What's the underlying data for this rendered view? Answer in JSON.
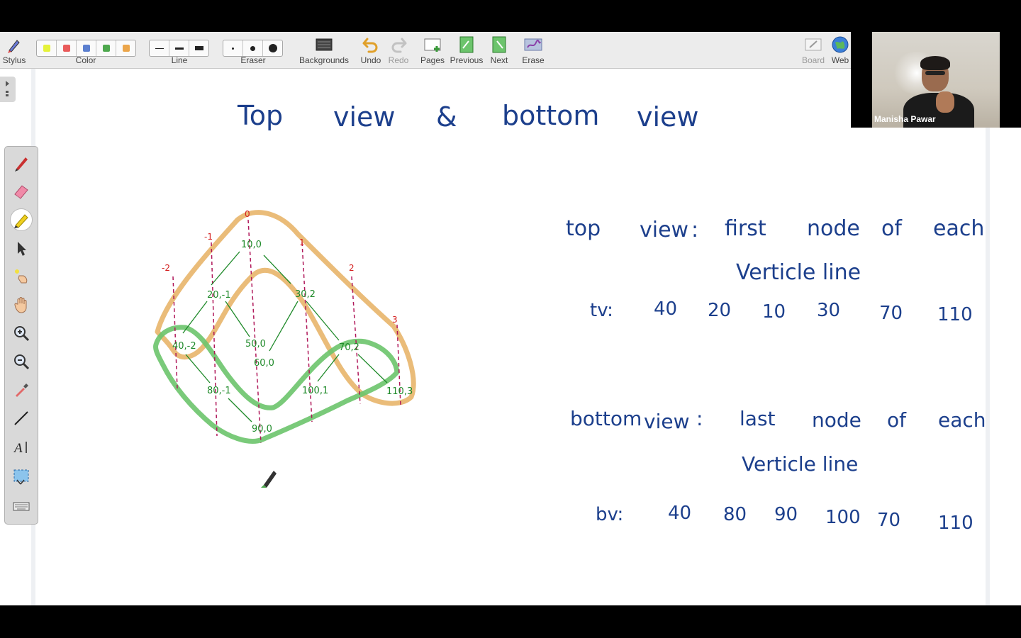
{
  "toolbar": {
    "stylus_label": "Stylus",
    "color_label": "Color",
    "line_label": "Line",
    "eraser_label": "Eraser",
    "backgrounds_label": "Backgrounds",
    "undo_label": "Undo",
    "redo_label": "Redo",
    "pages_label": "Pages",
    "previous_label": "Previous",
    "next_label": "Next",
    "erase_label": "Erase",
    "board_label": "Board",
    "web_label": "Web",
    "colors": [
      "#e5f23a",
      "#e95b5b",
      "#5b7fcf",
      "#4ea84e",
      "#eba54a"
    ]
  },
  "palette": {
    "items": [
      "pen-icon",
      "eraser-icon",
      "highlighter-icon",
      "pointer-icon",
      "laser-pointer-icon",
      "hand-icon",
      "zoom-in-icon",
      "zoom-out-icon",
      "eyedropper-icon",
      "line-tool-icon",
      "text-tool-icon",
      "screen-capture-icon",
      "keyboard-icon"
    ],
    "text_tool_label": "A"
  },
  "video": {
    "participant_name": "Manisha Pawar"
  },
  "board": {
    "title_words": [
      "Top",
      "view",
      "&",
      "bottom",
      "view"
    ],
    "top_view": {
      "line1_words": [
        "top",
        "view",
        ":",
        "first",
        "node",
        "of",
        "each"
      ],
      "line2": "Verticle line",
      "tv_label": "tv:",
      "tv_values": [
        "40",
        "20",
        "10",
        "30",
        "70",
        "110"
      ]
    },
    "bottom_view": {
      "line1_words": [
        "bottom",
        "view",
        ":",
        "last",
        "node",
        "of",
        "each"
      ],
      "line2": "Verticle line",
      "bv_label": "bv:",
      "bv_values": [
        "40",
        "80",
        "90",
        "100",
        "70",
        "110"
      ]
    },
    "tree": {
      "vertical_lines": [
        "-2",
        "-1",
        "0",
        "1",
        "2",
        "3"
      ],
      "nodes": [
        "10,0",
        "20,-1",
        "30,2",
        "40,-2",
        "50,0",
        "60,0",
        "70,2",
        "80,-1",
        "100,1",
        "110,3",
        "90,0"
      ]
    },
    "colors": {
      "ink": "#1c3f8c",
      "tree_green": "#1f8a2a",
      "top_view_stroke": "#e8b56a",
      "bottom_view_stroke": "#6cc46c",
      "axis": "#b0185a"
    }
  }
}
